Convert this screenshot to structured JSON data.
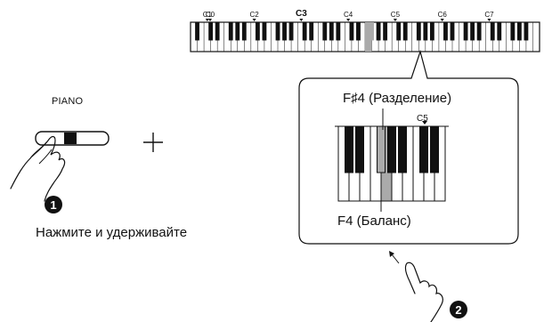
{
  "keyboard": {
    "octave_labels": [
      {
        "text": "C0",
        "bold": false
      },
      {
        "text": "C1",
        "bold": false
      },
      {
        "text": "C2",
        "bold": false
      },
      {
        "text": "C3",
        "bold": true
      },
      {
        "text": "C4",
        "bold": false
      },
      {
        "text": "C5",
        "bold": false
      },
      {
        "text": "C6",
        "bold": false
      },
      {
        "text": "C7",
        "bold": false
      }
    ]
  },
  "step1": {
    "button_label": "PIANO",
    "plus_symbol": "+",
    "number": "1",
    "instruction": "Нажмите и удерживайте"
  },
  "step2": {
    "number": "2"
  },
  "callout": {
    "split_label": "F♯4 (Разделение)",
    "balance_label": "F4 (Баланс)",
    "c5_label": "C5"
  },
  "colors": {
    "highlight_key": "#aaaaaa",
    "outline": "#111111"
  },
  "icons": [
    "finger-press-icon",
    "finger-point-icon",
    "plus-icon"
  ]
}
